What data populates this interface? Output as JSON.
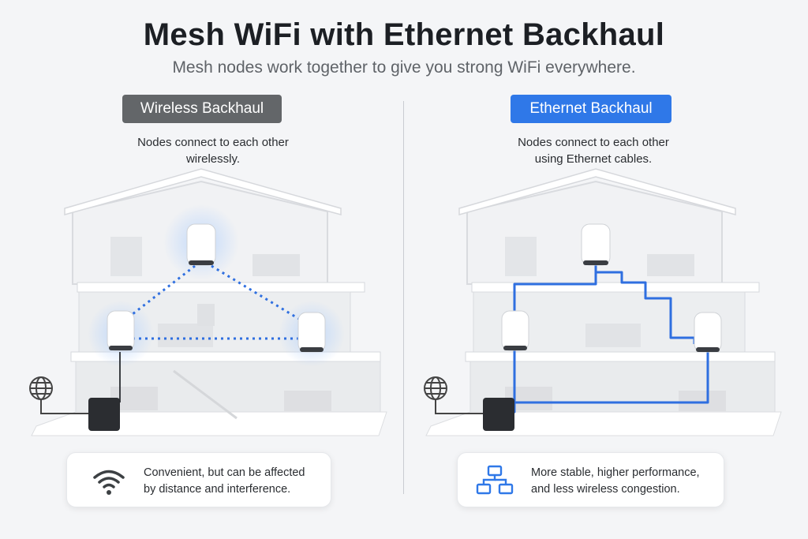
{
  "title": "Mesh WiFi with Ethernet Backhaul",
  "subtitle": "Mesh nodes work together to give you strong WiFi everywhere.",
  "panels": {
    "wireless": {
      "label": "Wireless Backhaul",
      "desc_line1": "Nodes connect to each other",
      "desc_line2": "wirelessly.",
      "note_line1": "Convenient, but can be affected",
      "note_line2": "by distance and interference.",
      "icon": "wifi-icon",
      "link_style": "dotted"
    },
    "ethernet": {
      "label": "Ethernet Backhaul",
      "desc_line1": "Nodes connect to each other",
      "desc_line2": "using Ethernet cables.",
      "note_line1": "More stable, higher performance,",
      "note_line2": "and less wireless congestion.",
      "icon": "network-icon",
      "link_style": "solid"
    }
  },
  "colors": {
    "wireless_pill": "#636669",
    "ethernet_pill": "#2f78e8",
    "link": "#2f6fe0",
    "node_glow": "#bcd6fb"
  }
}
